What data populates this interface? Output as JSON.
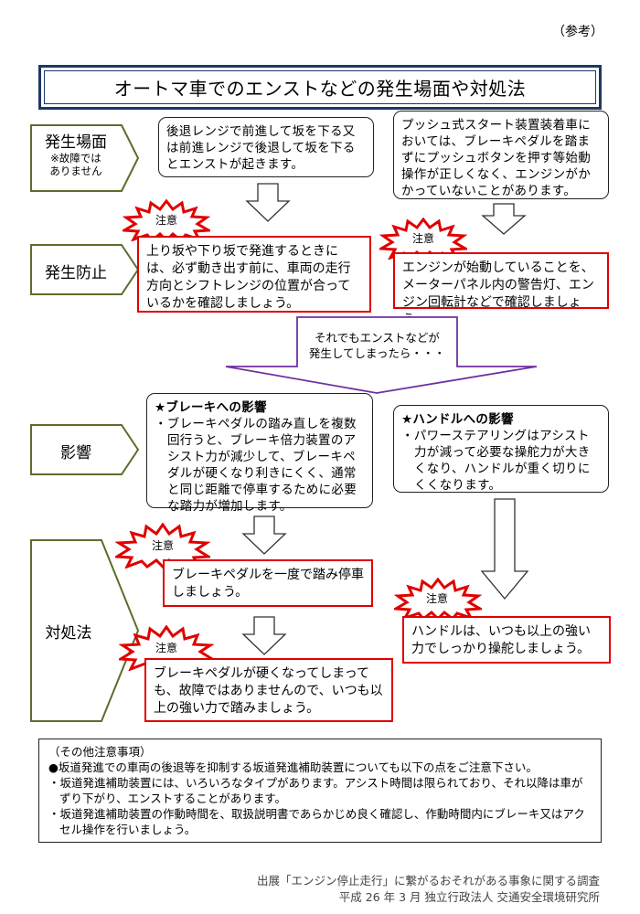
{
  "reference": "（参考）",
  "title": "オートマ車でのエンストなどの発生場面や対処法",
  "labels": {
    "occurrence": "発生場面",
    "occurrence_note": "※故障では\nありません",
    "prevention": "発生防止",
    "effect": "影響",
    "countermeasure": "対処法"
  },
  "caution": "注意",
  "occurrence_left": "後退レンジで前進して坂を下る又は前進レンジで後退して坂を下るとエンストが起きます。",
  "occurrence_right": "プッシュ式スタート装置装着車においては、ブレーキペダルを踏まずにプッシュボタンを押す等始動操作が正しくなく、エンジンがかかっていないことがあります。",
  "prevention_left": "上り坂や下り坂で発進するときには、必ず動き出す前に、車両の走行方向とシフトレンジの位置が合っているかを確認しましょう。",
  "prevention_right": "エンジンが始動していることを、メーターパネル内の警告灯、エンジン回転計などで確認しましょう。",
  "transition": "それでもエンストなどが\n発生してしまったら・・・",
  "effect_brake": {
    "heading": "★ブレーキへの影響",
    "body": "・ブレーキペダルの踏み直しを複数回行うと、ブレーキ倍力装置のアシスト力が減少して、ブレーキペダルが硬くなり利きにくく、通常と同じ距離で停車するために必要な踏力が増加します。"
  },
  "effect_handle": {
    "heading": "★ハンドルへの影響",
    "body": "・パワーステアリングはアシスト力が減って必要な操舵力が大きくなり、ハンドルが重く切りにくくなります。"
  },
  "measure_1": "ブレーキペダルを一度で踏み停車しましょう。",
  "measure_2": "ブレーキペダルが硬くなってしまっても、故障ではありませんので、いつも以上の強い力で踏みましょう。",
  "measure_3": "ハンドルは、いつも以上の強い力でしっかり操舵しましょう。",
  "notes": {
    "heading": "（その他注意事項）",
    "lines": [
      "●坂道発進での車両の後退等を抑制する坂道発進補助装置についても以下の点をご注意下さい。",
      "・坂道発進補助装置には、いろいろなタイプがあります。アシスト時間は限られており、それ以降は車がずり下がり、エンストすることがあります。",
      "・坂道発進補助装置の作動時間を、取扱説明書であらかじめ良く確認し、作動時間内にブレーキ又はアクセル操作を行いましょう。"
    ]
  },
  "source": {
    "line1": "出展「エンジン停止走行」に繋がるおそれがある事象に関する調査",
    "line2": "平成 26 年 3 月 独立行政法人 交通安全環境研究所"
  },
  "colors": {
    "title_border": "#1f3864",
    "label_border": "#5a6e2c",
    "caution_red": "#e00000",
    "transition_arrow": "#7030a0"
  }
}
